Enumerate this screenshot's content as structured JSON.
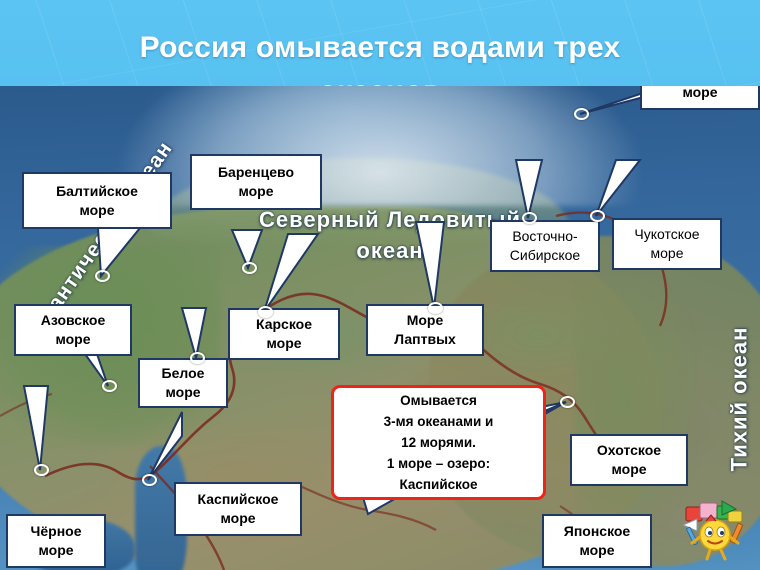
{
  "slide": {
    "title": "Россия омывается водами трех\nокеанов"
  },
  "oceans": [
    {
      "id": "atlantic",
      "name": "Атлантический океан"
    },
    {
      "id": "arctic",
      "name": "Северный Ледовитый\nокеан"
    },
    {
      "id": "pacific",
      "name": "Тихий океан"
    }
  ],
  "seas": [
    {
      "id": "baltic",
      "label": "Балтийское\nморе"
    },
    {
      "id": "barents",
      "label": "Баренцево\nморе"
    },
    {
      "id": "bering",
      "label": "Берингово\nморе"
    },
    {
      "id": "east-siberian",
      "label": "Восточно-\nСибирское"
    },
    {
      "id": "chukchi",
      "label": "Чукотское\nморе"
    },
    {
      "id": "azov",
      "label": "Азовское\nморе"
    },
    {
      "id": "white",
      "label": "Белое\nморе"
    },
    {
      "id": "kara",
      "label": "Карское\nморе"
    },
    {
      "id": "laptev",
      "label": "Море\nЛаптвых"
    },
    {
      "id": "okhotsk",
      "label": "Охотское\nморе"
    },
    {
      "id": "caspian",
      "label": "Каспийское\nморе"
    },
    {
      "id": "black",
      "label": "Чёрное\nморе"
    },
    {
      "id": "japan",
      "label": "Японское\nморе"
    }
  ],
  "summary": {
    "text": "Омывается\n3-мя океанами и\n12 морями.\n1 море – озеро:\nКаспийское",
    "border_color": "#ef2318"
  },
  "sticker": {
    "name": "smiley-sun-school-supplies"
  },
  "colors": {
    "background": "#4fbdf0",
    "callout_border": "#1f3864",
    "callout_fill": "#ffffff",
    "title_text": "#ffffff",
    "map_border_line": "#7a2b20"
  }
}
